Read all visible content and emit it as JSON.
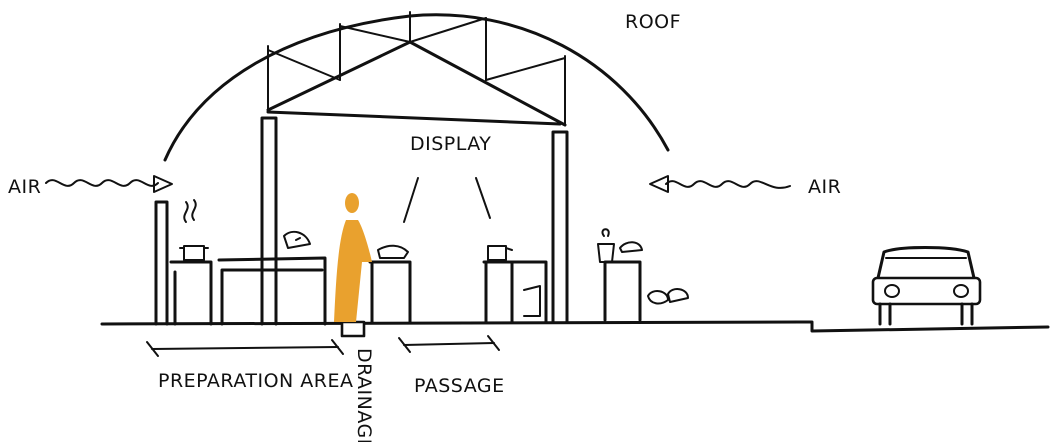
{
  "labels": {
    "roof": "ROOF",
    "display": "DISPLAY",
    "air_left": "AIR",
    "air_right": "AIR",
    "preparation_area": "PREPARATION AREA",
    "drainage": "DRAINAGE",
    "passage": "PASSAGE"
  },
  "colors": {
    "ink": "#111111",
    "person": "#E9A12E",
    "background": "#ffffff"
  },
  "icons": [
    "wind-arrow-icon",
    "car-icon",
    "person-icon",
    "cooking-pot-icon",
    "steam-icon"
  ]
}
